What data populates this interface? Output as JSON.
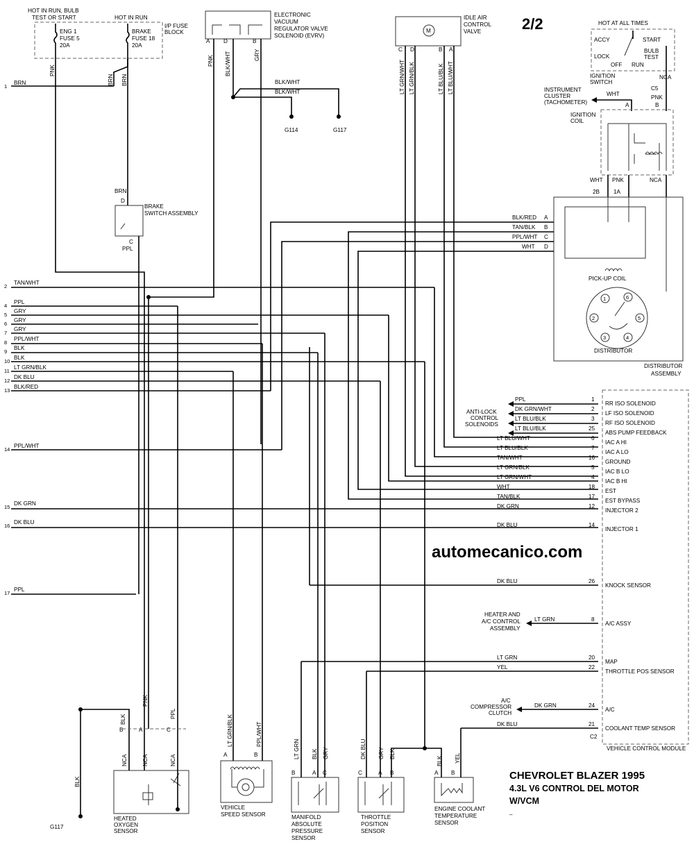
{
  "page_number": "2/2",
  "watermark": "automecanico.com",
  "title": {
    "line1": "CHEVROLET BLAZER 1995",
    "line2": "4.3L V6  CONTROL DEL MOTOR",
    "line3": "W/VCM"
  },
  "fuse_block": {
    "hot_run_start": "HOT IN RUN, BULB",
    "hot_run_start_2": "TEST OR START",
    "hot_run": "HOT IN RUN",
    "label": "I/P FUSE",
    "label2": "BLOCK",
    "fuse1": [
      "ENG 1",
      "FUSE 5",
      "20A"
    ],
    "fuse2": [
      "BRAKE",
      "FUSE 18",
      "20A"
    ]
  },
  "left_wires": [
    {
      "num": "1",
      "color": "BRN"
    },
    {
      "num": "2",
      "color": "TAN/WHT"
    },
    {
      "num": "4",
      "color": "PPL"
    },
    {
      "num": "5",
      "color": "GRY"
    },
    {
      "num": "6",
      "color": "GRY"
    },
    {
      "num": "7",
      "color": "GRY"
    },
    {
      "num": "8",
      "color": "PPL/WHT"
    },
    {
      "num": "9",
      "color": "BLK"
    },
    {
      "num": "10",
      "color": "BLK"
    },
    {
      "num": "11",
      "color": "LT GRN/BLK"
    },
    {
      "num": "12",
      "color": "DK BLU"
    },
    {
      "num": "13",
      "color": "BLK/RED"
    },
    {
      "num": "14",
      "color": "PPL/WHT"
    },
    {
      "num": "15",
      "color": "DK GRN"
    },
    {
      "num": "16",
      "color": "DK BLU"
    },
    {
      "num": "17",
      "color": "PPL"
    }
  ],
  "evrv": {
    "label": [
      "ELECTRONIC",
      "VACUUM",
      "REGULATOR VALVE",
      "SOLENOID (EVRV)"
    ],
    "pins": [
      "A",
      "D",
      "B"
    ],
    "wires": [
      "PNK",
      "BLK/WHT",
      "GRY"
    ]
  },
  "grounds": {
    "g114": "G114",
    "g117": "G117",
    "g117b": "G117",
    "wire1": "BLK/WHT",
    "wire2": "BLK/WHT"
  },
  "iac": {
    "label": [
      "IDLE AIR",
      "CONTROL",
      "VALVE"
    ],
    "motor": "M",
    "pins": [
      "C",
      "D",
      "B",
      "A"
    ],
    "wires": [
      "LT GRN/WHT",
      "LT GRN/BLK",
      "LT BLU/BLK",
      "LT BLU/WHT"
    ]
  },
  "ignition": {
    "hot": "HOT AT ALL TIMES",
    "accy": "ACCY",
    "start": "START",
    "lock": "LOCK",
    "bulb": "BULB",
    "test": "TEST",
    "off": "OFF",
    "run": "RUN",
    "switch": [
      "IGNITION",
      "SWITCH"
    ],
    "nca": "NCA",
    "c5": "C5",
    "pnk": "PNK",
    "cluster": [
      "INSTRUMENT",
      "CLUSTER",
      "(TACHOMETER)"
    ],
    "wht": "WHT",
    "pin_a": "A",
    "pin_b": "B",
    "coil": [
      "IGNITION",
      "COIL"
    ],
    "bottom_wires": [
      "WHT",
      "PNK",
      "NCA"
    ],
    "bottom_pins": [
      "2B",
      "1A"
    ]
  },
  "distributor": {
    "pickup": "PICK-UP COIL",
    "label": "DISTRIBUTOR",
    "assembly": [
      "DISTRIBUTOR",
      "ASSEMBLY"
    ],
    "pins": [
      {
        "wire": "BLK/RED",
        "pin": "A"
      },
      {
        "wire": "TAN/BLK",
        "pin": "B"
      },
      {
        "wire": "PPL/WHT",
        "pin": "C"
      },
      {
        "wire": "WHT",
        "pin": "D"
      }
    ],
    "terminals": [
      "1",
      "6",
      "2",
      "5",
      "3",
      "4"
    ]
  },
  "brake_switch": {
    "wire_top": "BRN",
    "pin_top": "D",
    "label": [
      "BRAKE",
      "SWITCH ASSEMBLY"
    ],
    "pin_bottom": "C",
    "wire_bottom": "PPL"
  },
  "vcm": {
    "label": "VEHICLE CONTROL MODULE",
    "rows": [
      {
        "wire": "PPL",
        "pin": "1",
        "name": "RR ISO SOLENOID"
      },
      {
        "wire": "DK GRN/WHT",
        "pin": "2",
        "name": "LF ISO SOLENOID"
      },
      {
        "wire": "LT BLU/BLK",
        "pin": "3",
        "name": "RF ISO SOLENOID"
      },
      {
        "wire": "LT BLU/BLK",
        "pin": "25",
        "name": "ABS PUMP FEEDBACK"
      },
      {
        "wire": "LT BLU/WHT",
        "pin": "6",
        "name": "IAC A HI"
      },
      {
        "wire": "LT BLU/BLK",
        "pin": "7",
        "name": "IAC A LO"
      },
      {
        "wire": "TAN/WHT",
        "pin": "16",
        "name": "GROUND"
      },
      {
        "wire": "LT GRN/BLK",
        "pin": "5",
        "name": "IAC B LO"
      },
      {
        "wire": "LT GRN/WHT",
        "pin": "4",
        "name": "IAC B HI"
      },
      {
        "wire": "WHT",
        "pin": "18",
        "name": "EST"
      },
      {
        "wire": "TAN/BLK",
        "pin": "17",
        "name": "EST BYPASS"
      },
      {
        "wire": "DK GRN",
        "pin": "12",
        "name": "INJECTOR 2"
      },
      {
        "wire": "DK BLU",
        "pin": "14",
        "name": "INJECTOR 1"
      },
      {
        "wire": "DK BLU",
        "pin": "26",
        "name": "KNOCK SENSOR"
      },
      {
        "wire": "LT GRN",
        "pin": "8",
        "name": "A/C ASSY"
      },
      {
        "wire": "LT GRN",
        "pin": "20",
        "name": "MAP"
      },
      {
        "wire": "YEL",
        "pin": "22",
        "name": "THROTTLE POS SENSOR"
      },
      {
        "wire": "DK GRN",
        "pin": "24",
        "name": "A/C"
      },
      {
        "wire": "DK BLU",
        "pin": "21",
        "name": "COOLANT TEMP SENSOR"
      }
    ],
    "c2": "C2"
  },
  "abs_label": [
    "ANTI-LOCK",
    "CONTROL",
    "SOLENOIDS"
  ],
  "heater_label": [
    "HEATER AND",
    "A/C CONTROL",
    "ASSEMBLY"
  ],
  "compressor_label": [
    "A/C",
    "COMPRESSOR",
    "CLUTCH"
  ],
  "o2": {
    "label": [
      "HEATED",
      "OXYGEN",
      "SENSOR"
    ],
    "wires": [
      "BLK",
      "PNK",
      "PPL"
    ],
    "pins": [
      "B",
      "A",
      "C"
    ],
    "nca": [
      "NCA",
      "NCA",
      "NCA"
    ],
    "gnd_wire": "BLK"
  },
  "vss": {
    "label": [
      "VEHICLE",
      "SPEED SENSOR"
    ],
    "wires": [
      "LT GRN/BLK",
      "PPL/WHT"
    ],
    "pins": [
      "A",
      "B"
    ]
  },
  "map": {
    "label": [
      "MANIFOLD",
      "ABSOLUTE",
      "PRESSURE",
      "SENSOR"
    ],
    "wires": [
      "LT GRN",
      "BLK",
      "GRY"
    ],
    "pins": [
      "B",
      "A",
      "C"
    ]
  },
  "tps": {
    "label": [
      "THROTTLE",
      "POSITION",
      "SENSOR"
    ],
    "wires": [
      "DK BLU",
      "GRY",
      "BLK"
    ],
    "pins": [
      "C",
      "A",
      "B"
    ]
  },
  "ect": {
    "label": [
      "ENGINE COOLANT",
      "TEMPERATURE",
      "SENSOR"
    ],
    "wires": [
      "BLK",
      "YEL"
    ],
    "pins": [
      "A",
      "B"
    ]
  },
  "dash_mark": "–"
}
